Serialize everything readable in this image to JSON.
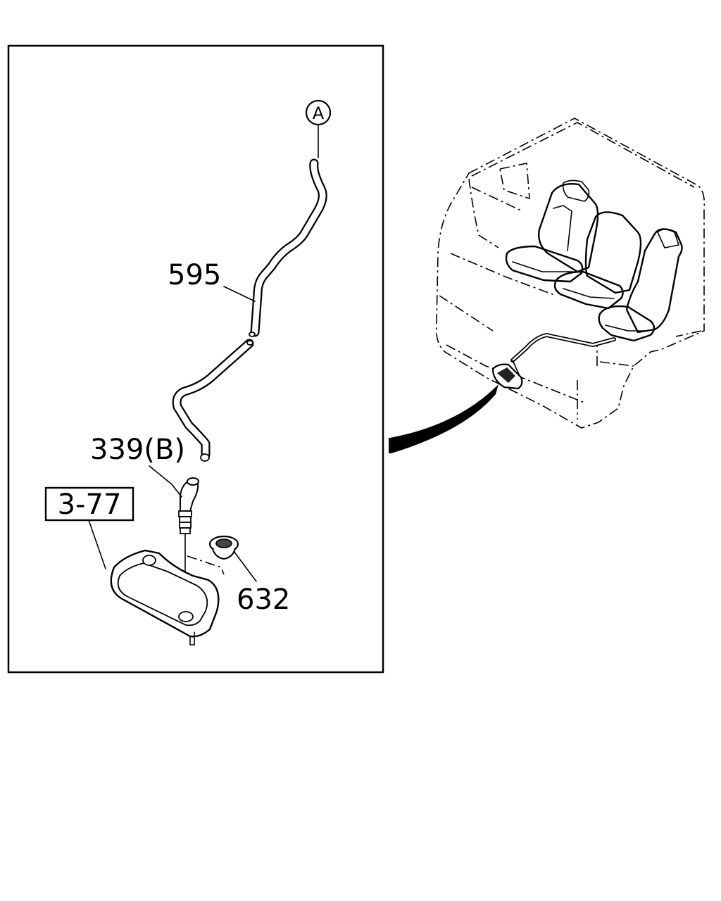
{
  "callouts": {
    "marker_a": "A",
    "hose": "595",
    "connector": "339(B)",
    "reference": "3-77",
    "grommet": "632"
  }
}
